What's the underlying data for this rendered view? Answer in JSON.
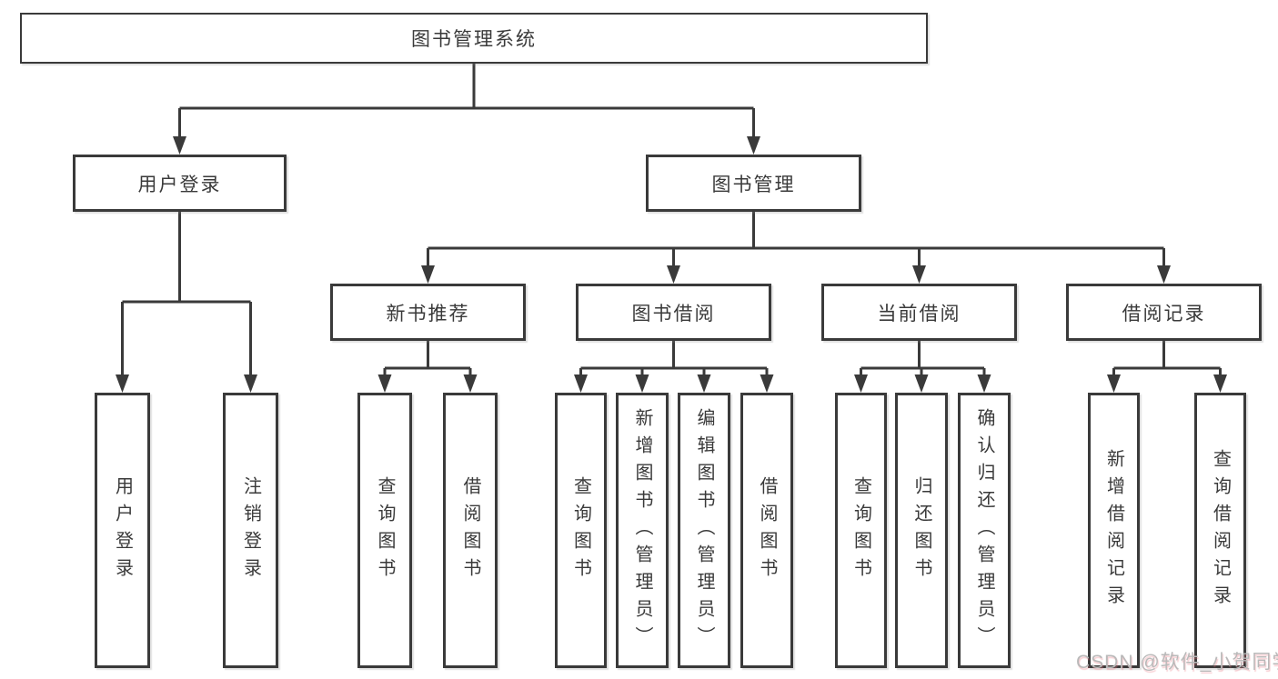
{
  "tree": {
    "root": {
      "label": "图书管理系统"
    },
    "branches": [
      {
        "label": "用户登录",
        "leaves": [
          {
            "label": "用户登录"
          },
          {
            "label": "注销登录"
          }
        ]
      },
      {
        "label": "图书管理",
        "children": [
          {
            "label": "新书推荐",
            "leaves": [
              {
                "label": "查询图书"
              },
              {
                "label": "借阅图书"
              }
            ]
          },
          {
            "label": "图书借阅",
            "leaves": [
              {
                "label": "查询图书"
              },
              {
                "label": "新增图书（管理员）"
              },
              {
                "label": "编辑图书（管理员）"
              },
              {
                "label": "借阅图书"
              }
            ]
          },
          {
            "label": "当前借阅",
            "leaves": [
              {
                "label": "查询图书"
              },
              {
                "label": "归还图书"
              },
              {
                "label": "确认归还（管理员）"
              }
            ]
          },
          {
            "label": "借阅记录",
            "leaves": [
              {
                "label": "新增借阅记录"
              },
              {
                "label": "查询借阅记录"
              }
            ]
          }
        ]
      }
    ]
  },
  "watermark": {
    "text": "CSDN @软件_小贺同学"
  },
  "colors": {
    "line": "#3a3a3a",
    "text": "#3a3a3a",
    "background": "#ffffff",
    "watermark": "#b9b9b9"
  }
}
